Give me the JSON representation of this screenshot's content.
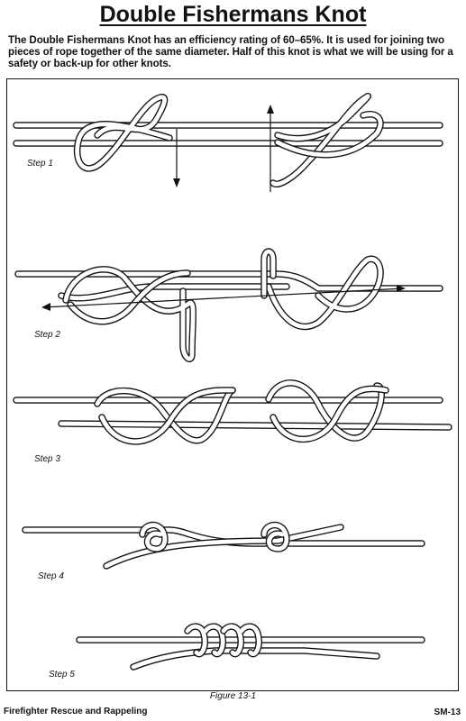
{
  "title": "Double Fishermans Knot",
  "intro": "The Double Fishermans Knot has an efficiency rating of 60–65%. It is used for joining two pieces of rope together of the same diameter. Half of this knot is what we will be using for a safety or back-up for other knots.",
  "steps": [
    {
      "label": "Step 1"
    },
    {
      "label": "Step 2"
    },
    {
      "label": "Step 3"
    },
    {
      "label": "Step 4"
    },
    {
      "label": "Step 5"
    }
  ],
  "figure_caption": "Figure 13-1",
  "footer": {
    "left": "Firefighter Rescue and Rappeling",
    "right": "SM-13"
  }
}
